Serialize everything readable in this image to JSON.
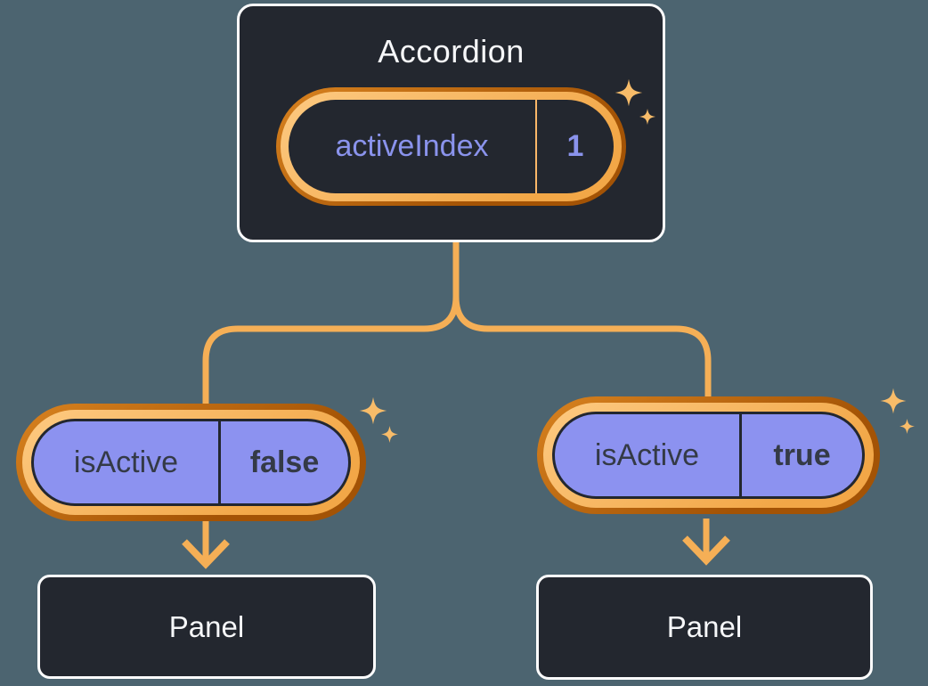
{
  "diagram": {
    "description": "React component tree showing state lifted up to an Accordion parent with two child panels",
    "root": {
      "title": "Accordion",
      "pill": {
        "label": "activeIndex",
        "value": "1"
      }
    },
    "branches": [
      {
        "pill": {
          "label": "isActive",
          "value": "false"
        },
        "panel": {
          "label": "Panel"
        }
      },
      {
        "pill": {
          "label": "isActive",
          "value": "true"
        },
        "panel": {
          "label": "Panel"
        }
      }
    ],
    "colors": {
      "canvas_bg": "#4C6470",
      "node_bg": "#23272F",
      "node_border": "#FCFCFD",
      "pill_purple": "#8C92F0",
      "text_light": "#F6F7F9",
      "text_dark": "#343A46",
      "text_purple": "#8A93EC",
      "ring_light": "#F8B765",
      "ring_dark": "#B05B0D",
      "connector": "#F5AF56",
      "sparkle": "#F8BC69"
    }
  }
}
